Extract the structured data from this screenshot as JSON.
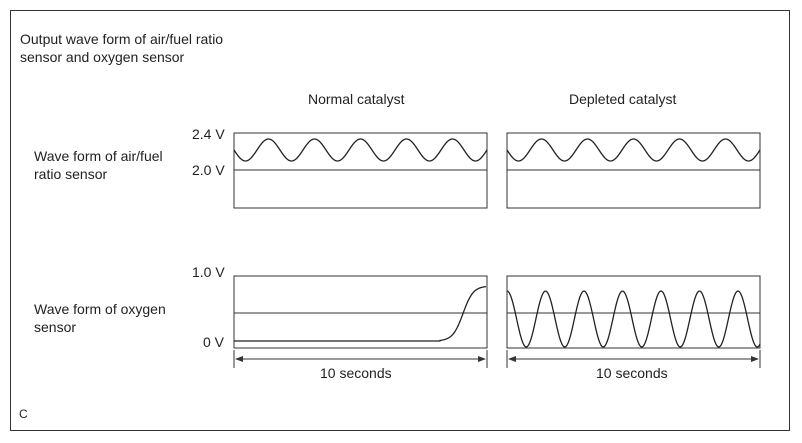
{
  "title_lines": [
    "Output wave form of air/fuel ratio",
    "sensor and oxygen sensor"
  ],
  "columns": {
    "normal": "Normal catalyst",
    "depleted": "Depleted catalyst"
  },
  "rows": {
    "air_fuel": {
      "label_lines": [
        "Wave form of air/fuel",
        "ratio sensor"
      ],
      "y_top": "2.4 V",
      "y_ref": "2.0 V"
    },
    "oxygen": {
      "label_lines": [
        "Wave form of oxygen",
        "sensor"
      ],
      "y_top": "1.0 V",
      "y_bottom": "0 V"
    }
  },
  "duration": {
    "normal": "10 seconds",
    "depleted": "10 seconds"
  },
  "figure_code": "C"
}
